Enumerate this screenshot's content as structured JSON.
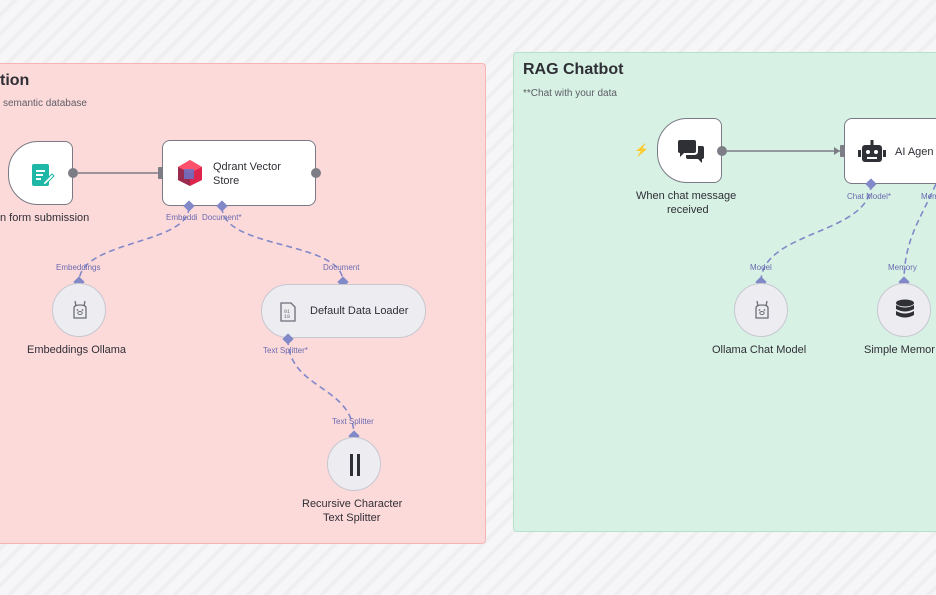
{
  "ingest_sticky": {
    "title": "tion",
    "subtitle": "semantic database"
  },
  "rag_sticky": {
    "title": "RAG Chatbot",
    "subtitle": "**Chat with your data"
  },
  "nodes": {
    "form_trigger": {
      "label": "n form submission",
      "icon": "form-icon"
    },
    "qdrant": {
      "label_line1": "Qdrant Vector",
      "label_line2": "Store",
      "icon": "qdrant-icon",
      "port_embedding": "Embeddi",
      "port_document": "Document*"
    },
    "embeddings": {
      "label": "Embeddings Ollama",
      "port": "Embeddings",
      "icon": "llama-icon"
    },
    "data_loader": {
      "label": "Default Data Loader",
      "port_top": "Document",
      "port_bottom": "Text Splitter*",
      "icon": "file-binary-icon"
    },
    "text_splitter": {
      "label_line1": "Recursive Character",
      "label_line2": "Text Splitter",
      "port": "Text Splitter",
      "icon": "splitter-icon"
    },
    "chat_trigger": {
      "label_line1": "When chat message",
      "label_line2": "received",
      "icon": "chat-bubbles-icon"
    },
    "ai_agent": {
      "label": "AI Agen",
      "port_model": "Chat Model*",
      "port_memory": "Mem",
      "icon": "robot-icon"
    },
    "chat_model": {
      "label": "Ollama Chat Model",
      "port": "Model",
      "icon": "llama-icon"
    },
    "memory": {
      "label": "Simple Memor",
      "port": "Memory",
      "icon": "database-icon"
    }
  },
  "colors": {
    "ingest_bg": "#fddada",
    "rag_bg": "#d7f1e4",
    "wire": "#8189c9",
    "main_wire": "#7d7d85",
    "trigger_bolt": "#f08a3b"
  }
}
